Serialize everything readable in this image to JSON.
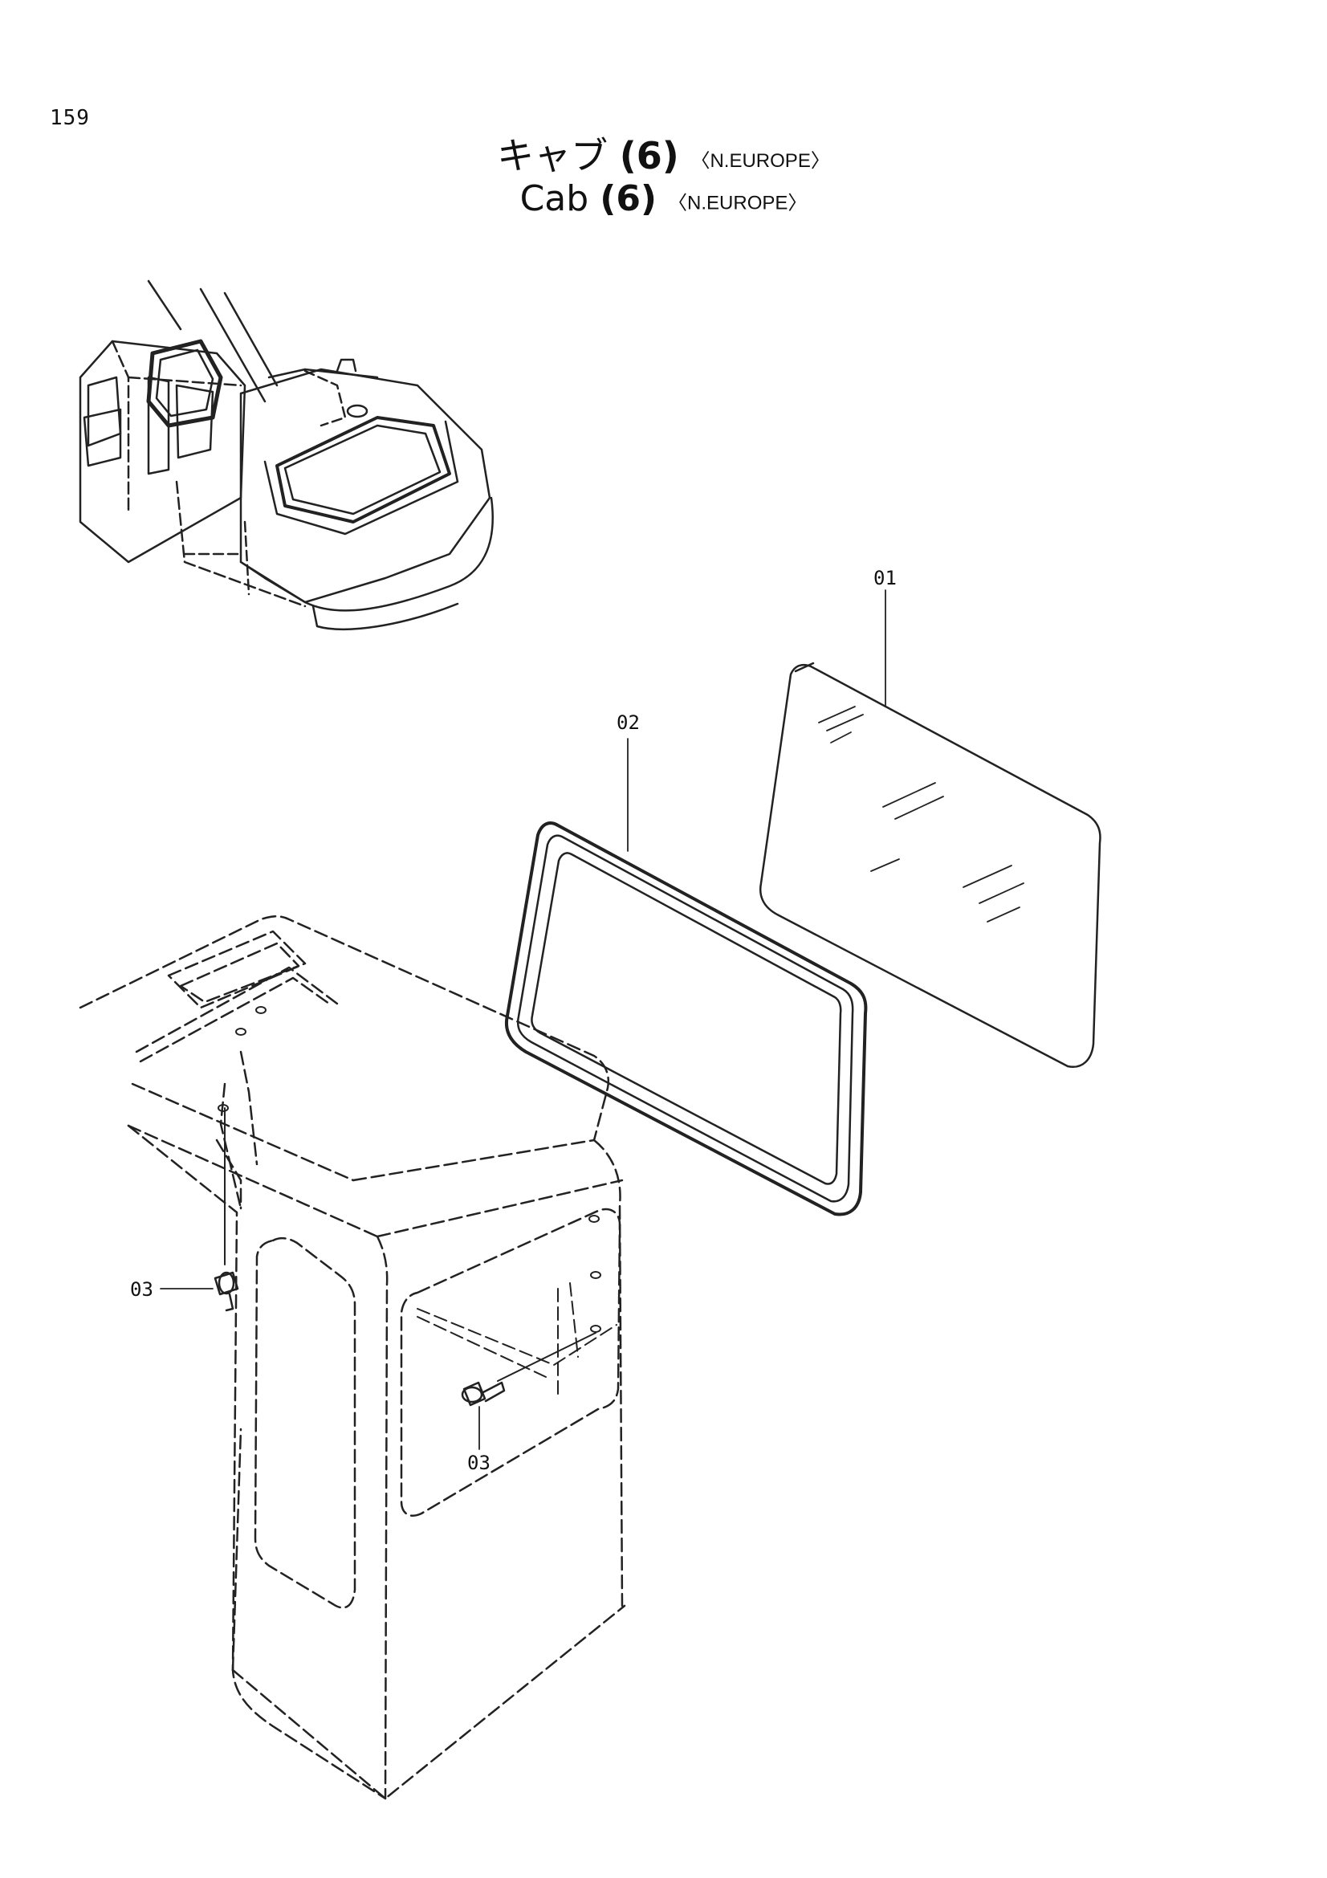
{
  "page_number": "159",
  "title_jp": {
    "text": "キャブ",
    "number": "(6)",
    "region": "〈N.EUROPE〉"
  },
  "title_en": {
    "text": "Cab",
    "number": "(6)",
    "region": "〈N.EUROPE〉"
  },
  "callouts": {
    "part_01": "01",
    "part_02": "02",
    "part_03_left": "03",
    "part_03_right": "03"
  }
}
